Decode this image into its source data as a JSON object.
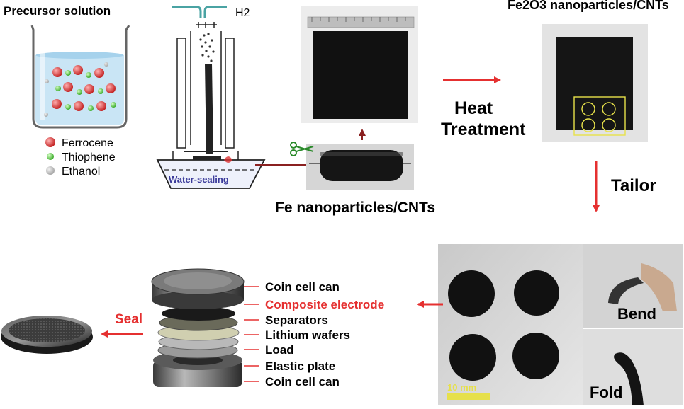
{
  "labels": {
    "precursor_solution": "Precursor solution",
    "h2": "H2",
    "water_sealing": "Water-sealing",
    "fe_nanoparticles": "Fe nanoparticles/CNTs",
    "fe2o3_nanoparticles": "Fe2O3 nanoparticles/CNTs",
    "heat": "Heat",
    "treatment": "Treatment",
    "tailor": "Tailor",
    "seal": "Seal",
    "bend": "Bend",
    "fold": "Fold",
    "scale_bar": "10 mm"
  },
  "legend": [
    {
      "label": "Ferrocene",
      "color": "#d23a3a"
    },
    {
      "label": "Thiophene",
      "color": "#5fcf4a"
    },
    {
      "label": "Ethanol",
      "color": "#c8c8c8"
    }
  ],
  "coin_cell_parts": [
    {
      "label": "Coin cell can",
      "color": "#111111"
    },
    {
      "label": "Composite electrode",
      "color": "#e53030"
    },
    {
      "label": "Separators",
      "color": "#111111"
    },
    {
      "label": "Lithium wafers",
      "color": "#111111"
    },
    {
      "label": "Load",
      "color": "#111111"
    },
    {
      "label": "Elastic plate",
      "color": "#111111"
    },
    {
      "label": "Coin cell can",
      "color": "#111111"
    }
  ],
  "colors": {
    "arrow_red": "#e53030",
    "furnace_line": "#222222",
    "gas_pipe": "#4aa3a3",
    "water_label": "#3a3a9a",
    "box_outline": "#e8e24a"
  }
}
